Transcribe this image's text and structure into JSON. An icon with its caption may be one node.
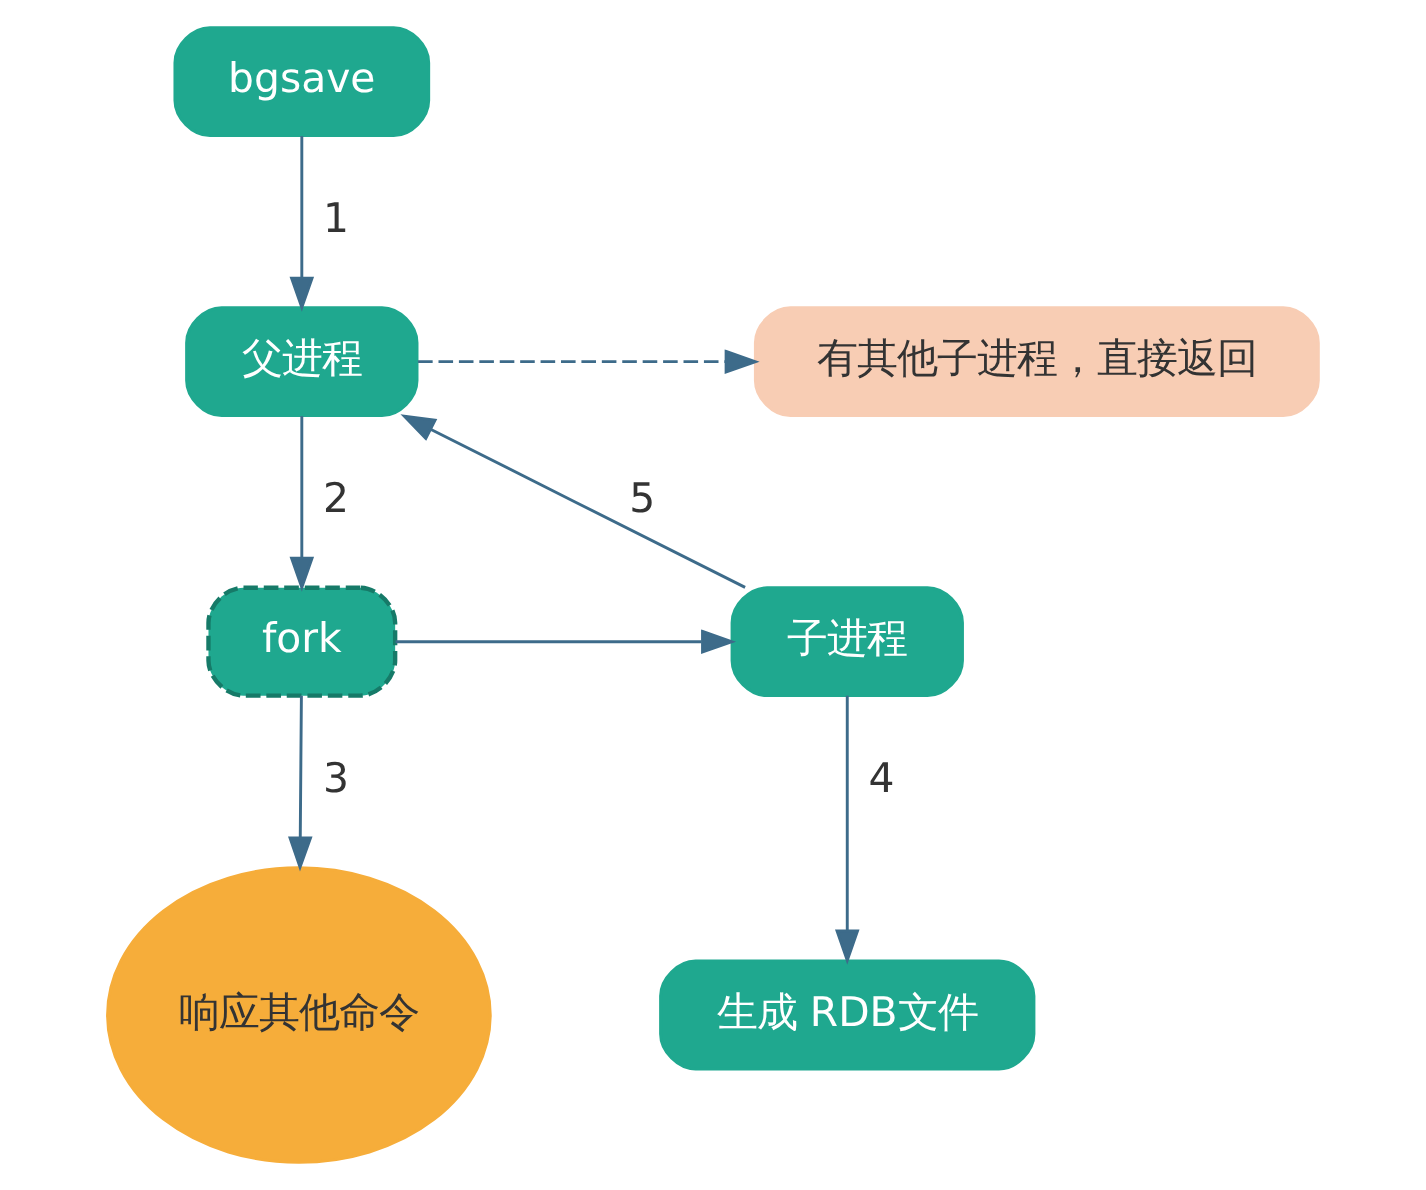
{
  "diagram": {
    "nodes": [
      {
        "text": [
          "bgsave"
        ]
      },
      {
        "text": [
          "父进程"
        ]
      },
      {
        "text": [
          "有其他子进程，直接返回"
        ]
      },
      {
        "text": [
          "fork"
        ]
      },
      {
        "text": [
          "子进程"
        ]
      },
      {
        "text": [
          "响应其他命令"
        ]
      },
      {
        "text": [
          "生成 RDB文件"
        ]
      }
    ],
    "edges": [
      {
        "from": 0,
        "to": 1,
        "arrow": "to",
        "label": "1"
      },
      {
        "from": 1,
        "to": 2,
        "arrow": "to",
        "style": "dashed"
      },
      {
        "from": 1,
        "to": 3,
        "arrow": "to",
        "label": "2"
      },
      {
        "from": 3,
        "to": 5,
        "arrow": "to",
        "label": "3"
      },
      {
        "from": 3,
        "to": 4,
        "arrow": "to"
      },
      {
        "from": 4,
        "to": 6,
        "arrow": "to",
        "label": "4"
      },
      {
        "from": 4,
        "to": 1,
        "arrow": "to",
        "label": "5"
      }
    ]
  }
}
